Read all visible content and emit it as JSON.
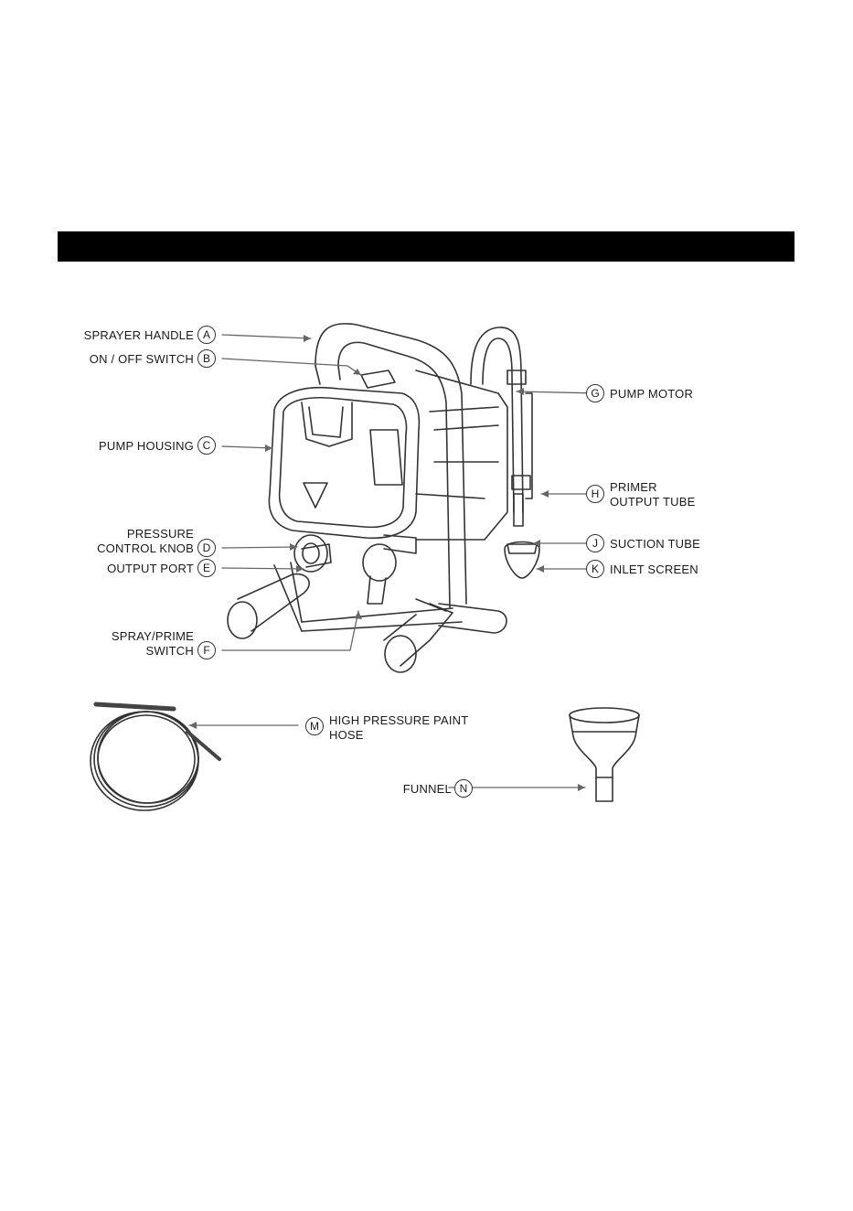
{
  "section_header_bar": "",
  "callouts": {
    "A": {
      "letter": "A",
      "label": "SPRAYER HANDLE"
    },
    "B": {
      "letter": "B",
      "label": "ON / OFF SWITCH"
    },
    "C": {
      "letter": "C",
      "label": "PUMP HOUSING"
    },
    "D": {
      "letter": "D",
      "label_line1": "PRESSURE",
      "label_line2": "CONTROL KNOB"
    },
    "E": {
      "letter": "E",
      "label": "OUTPUT PORT"
    },
    "F": {
      "letter": "F",
      "label_line1": "SPRAY/PRIME",
      "label_line2": "SWITCH"
    },
    "G": {
      "letter": "G",
      "label": "PUMP MOTOR"
    },
    "H": {
      "letter": "H",
      "label_line1": "PRIMER",
      "label_line2": "OUTPUT TUBE"
    },
    "J": {
      "letter": "J",
      "label": "SUCTION TUBE"
    },
    "K": {
      "letter": "K",
      "label": "INLET SCREEN"
    },
    "M": {
      "letter": "M",
      "label_line1": "HIGH PRESSURE PAINT",
      "label_line2": "HOSE"
    },
    "N": {
      "letter": "N",
      "label": "FUNNEL"
    }
  }
}
